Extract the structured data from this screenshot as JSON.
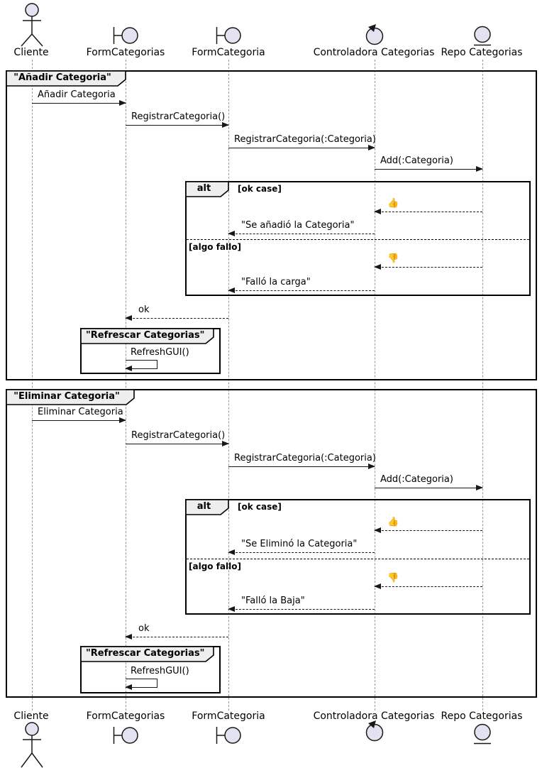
{
  "diagram": {
    "type": "UML sequence diagram",
    "participants": [
      {
        "name": "Cliente",
        "icon": "actor"
      },
      {
        "name": "FormCategorias",
        "icon": "boundary"
      },
      {
        "name": "FormCategoria",
        "icon": "boundary"
      },
      {
        "name": "Controladora Categorias",
        "icon": "control"
      },
      {
        "name": "Repo Categorias",
        "icon": "entity"
      }
    ],
    "colors": {
      "icon_fill": "#E2E2F0",
      "stroke": "#181818",
      "frame_header_bg": "#EEEEEE",
      "lifeline": "#999999",
      "background": "#FFFFFF"
    },
    "frames": [
      {
        "title": "\"Añadir Categoria\"",
        "alt_keyword": "alt",
        "guard_ok": "[ok case]",
        "guard_fail": "[algo fallo]",
        "inner_frame_title": "\"Refrescar Categorias\"",
        "messages": {
          "request": "Añadir Categoria",
          "register": "RegistrarCategoria()",
          "register_param": "RegistrarCategoria(:Categoria)",
          "add": "Add(:Categoria)",
          "thumbs_up": "👍",
          "reply_success": "\"Se añadió la Categoria\"",
          "thumbs_down": "👎",
          "reply_fail": "\"Falló la carga\"",
          "return_ok": "ok",
          "refresh": "RefreshGUI()"
        }
      },
      {
        "title": "\"Eliminar Categoria\"",
        "alt_keyword": "alt",
        "guard_ok": "[ok case]",
        "guard_fail": "[algo fallo]",
        "inner_frame_title": "\"Refrescar Categorias\"",
        "messages": {
          "request": "Eliminar Categoria",
          "register": "RegistrarCategoria()",
          "register_param": "RegistrarCategoria(:Categoria)",
          "add": "Add(:Categoria)",
          "thumbs_up": "👍",
          "reply_success": "\"Se Eliminó la Categoria\"",
          "thumbs_down": "👎",
          "reply_fail": "\"Falló la Baja\"",
          "return_ok": "ok",
          "refresh": "RefreshGUI()"
        }
      }
    ]
  }
}
